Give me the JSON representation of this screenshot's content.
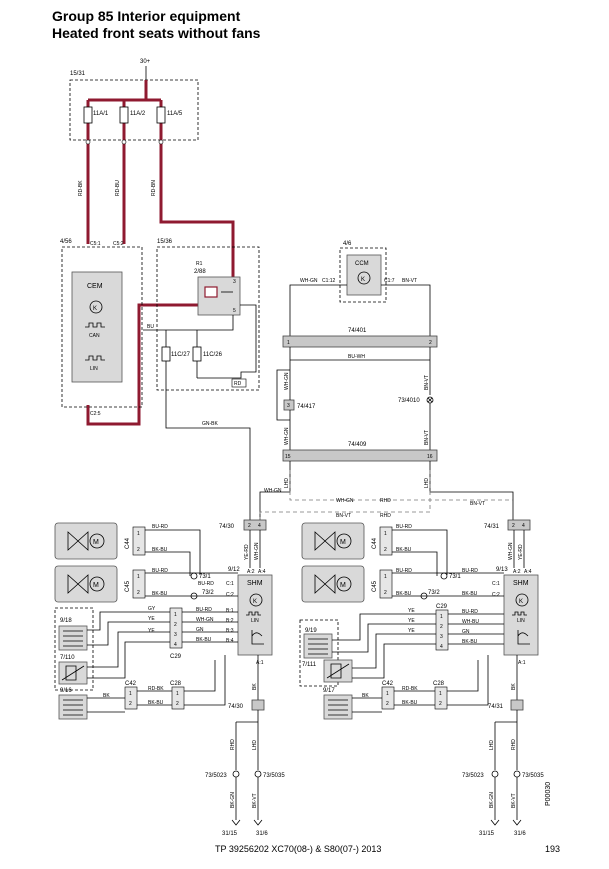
{
  "header": {
    "line1": "Group 85 Interior equipment",
    "line2": "Heated front seats without fans"
  },
  "footer": {
    "text": "TP 39256202 XC70(08-) & S80(07-) 2013",
    "page": "193",
    "doc_id": "P00030"
  },
  "power": {
    "supply": "30+",
    "fusebox": "15/31",
    "fuses": [
      "11A/1",
      "11A/2",
      "11A/5"
    ],
    "wires": [
      "RD-BK",
      "RD-BU",
      "RD-BN"
    ]
  },
  "cem": {
    "id": "4/56",
    "label": "CEM",
    "pin_c51": "C5:1",
    "pin_c52": "C5:2",
    "pin_c25": "C2:5",
    "can": "CAN",
    "lin": "LIN"
  },
  "relaybox": {
    "id": "15/36",
    "relay": "R1",
    "relay_id": "2/88",
    "fuse_a": "11C/27",
    "fuse_b": "11C/26",
    "bu": "BU",
    "rd": "RD",
    "gn_bk": "GN-BK"
  },
  "ccm": {
    "id": "4/6",
    "label": "CCM",
    "pin_a": "C1:12",
    "pin_b": "C1:7",
    "wire_a": "WH-GN",
    "wire_b": "BN-VT"
  },
  "connectors": {
    "c401": "74/401",
    "c417": "74/417",
    "c409": "74/409",
    "g4010": "73/4010",
    "bu_wh": "BU-WH",
    "wh_gn": "WH-GN",
    "bn_vt": "BN-VT",
    "lhd": "LHD",
    "rhd": "RHD"
  },
  "left": {
    "conn": "74/30",
    "shm_id": "9/12",
    "shm": "SHM",
    "lin": "LIN",
    "a2": "A:2",
    "a4": "A:4",
    "a1": "A:1",
    "ye_rd": "YE-RD",
    "wh_gn": "WH-GN",
    "bk": "BK",
    "c44": "C44",
    "c45": "C45",
    "bu_rd": "BU-RD",
    "bk_bu": "BK-BU",
    "g731": "73/1",
    "g732": "73/2",
    "c1": "C:1",
    "c2": "C:2",
    "b1": "B:1",
    "b2": "B:2",
    "b3": "B:3",
    "b4": "B:4",
    "mat_back": "9/18",
    "sensor": "7/110",
    "mat_cush": "9/16",
    "c29": "C29",
    "c42": "C42",
    "c28": "C28",
    "gy": "GY",
    "ye": "YE",
    "gn": "GN",
    "rd_bk": "RD-BK",
    "conn2": "74/30",
    "rhd": "RHD",
    "lhd": "LHD",
    "bk_gn": "BK-GN",
    "bk_vt": "BK-VT",
    "gnd1": "73/5023",
    "gnd2": "73/5035",
    "end1": "31/15",
    "end2": "31/6"
  },
  "right": {
    "conn": "74/31",
    "shm_id": "9/13",
    "shm": "SHM",
    "lin": "LIN",
    "a2": "A:2",
    "a4": "A:4",
    "a1": "A:1",
    "wh_gn": "WH-GN",
    "ye_rd": "YE-RD",
    "bk": "BK",
    "c44": "C44",
    "c45": "C45",
    "bu_rd": "BU-RD",
    "bk_bu": "BK-BU",
    "g731": "73/1",
    "g732": "73/2",
    "c1": "C:1",
    "c2": "C:2",
    "mat_back": "9/19",
    "sensor": "7/111",
    "mat_cush": "9/17",
    "c29": "C29",
    "c42": "C42",
    "c28": "C28",
    "ye": "YE",
    "wh_bu": "WH-BU",
    "gn": "GN",
    "rd_bk": "RD-BK",
    "conn2": "74/31",
    "lhd": "LHD",
    "rhd": "RHD",
    "bk_gn": "BK-GN",
    "bk_vt": "BK-VT",
    "gnd1": "73/5023",
    "gnd2": "73/5035",
    "end1": "31/15",
    "end2": "31/6"
  }
}
